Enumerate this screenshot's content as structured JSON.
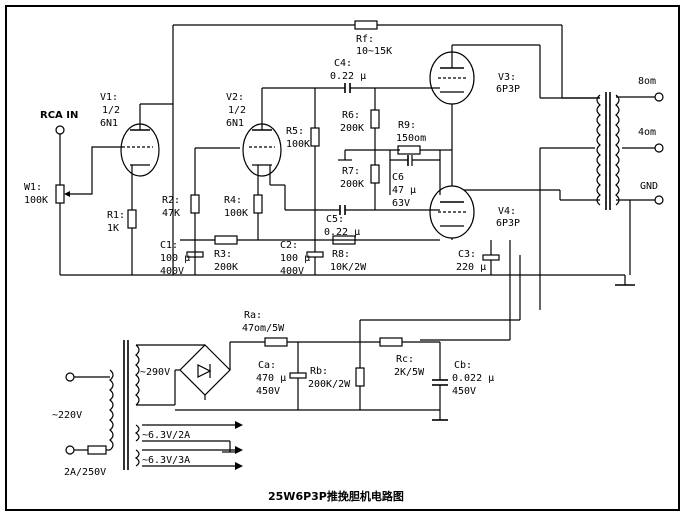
{
  "title": "25W6P3P推挽胆机电路图",
  "labels": {
    "rca_in": "RCA IN",
    "w1": [
      "W1:",
      "100K"
    ],
    "v1": [
      "V1:",
      "1/2",
      "6N1"
    ],
    "v2": [
      "V2:",
      "1/2",
      "6N1"
    ],
    "r1": [
      "R1:",
      "1K"
    ],
    "r2": [
      "R2:",
      "47K"
    ],
    "r3": [
      "R3:",
      "200K"
    ],
    "r4": [
      "R4:",
      "100K"
    ],
    "r5": [
      "R5:",
      "100K"
    ],
    "r6": [
      "R6:",
      "200K"
    ],
    "r7": [
      "R7:",
      "200K"
    ],
    "r8": [
      "R8:",
      "10K/2W"
    ],
    "r9": [
      "R9:",
      "150om"
    ],
    "rf": [
      "Rf:",
      "10~15K"
    ],
    "c1": [
      "C1:",
      "100 μ",
      "400V"
    ],
    "c2": [
      "C2:",
      "100 μ",
      "400V"
    ],
    "c3": [
      "C3:",
      "220 μ"
    ],
    "c4": [
      "C4:",
      "0.22 μ"
    ],
    "c5": [
      "C5:",
      "0.22 μ"
    ],
    "c6": [
      "C6",
      "47 μ",
      "63V"
    ],
    "v3": [
      "V3:",
      "6P3P"
    ],
    "v4": [
      "V4:",
      "6P3P"
    ],
    "out_8": "8om",
    "out_4": "4om",
    "out_gnd": "GND",
    "ra": [
      "Ra:",
      "47om/5W"
    ],
    "ca": [
      "Ca:",
      "470 μ",
      "450V"
    ],
    "rb": [
      "Rb:",
      "200K/2W"
    ],
    "rc": [
      "Rc:",
      "2K/5W"
    ],
    "cb": [
      "Cb:",
      "0.022 μ",
      "450V"
    ],
    "hv_sec": "~290V",
    "mains": "~220V",
    "fuse": "2A/250V",
    "heater1": "~6.3V/2A",
    "heater2": "~6.3V/3A"
  }
}
